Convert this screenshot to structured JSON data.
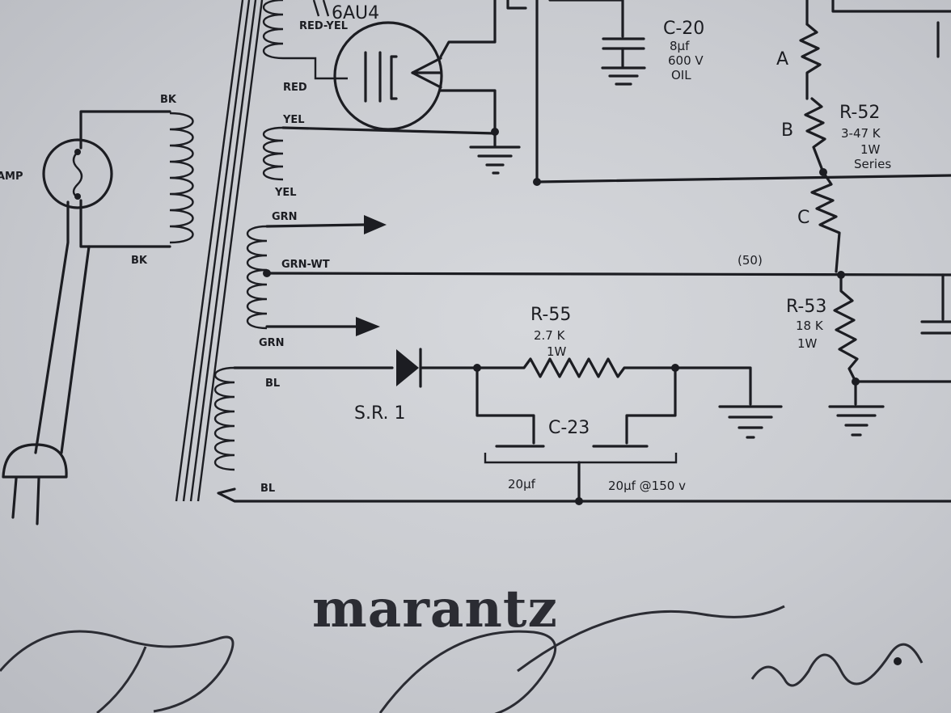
{
  "labels": {
    "bk_top": "BK",
    "bk_bottom": "BK",
    "amp": "AMP",
    "red_yel": "RED-YEL",
    "red": "RED",
    "yel_top": "YEL",
    "yel_bottom": "YEL",
    "grn_top": "GRN",
    "grn_wt": "GRN-WT",
    "grn_bottom": "GRN",
    "bl_top": "BL",
    "bl_bottom": "BL",
    "node_50": "(50)"
  },
  "tube": {
    "name": "6AU4"
  },
  "c20": {
    "name": "C-20",
    "cap": "8µf",
    "volt": "600 V",
    "type": "OIL"
  },
  "r52": {
    "name": "R-52",
    "value": "3-47 K",
    "power": "1W",
    "note": "Series",
    "tap_a": "A",
    "tap_b": "B",
    "tap_c": "C"
  },
  "r53": {
    "name": "R-53",
    "value": "18 K",
    "power": "1W"
  },
  "r55": {
    "name": "R-55",
    "value": "2.7 K",
    "power": "1W"
  },
  "sr1": {
    "name": "S.R. 1"
  },
  "c23": {
    "name": "C-23",
    "cap_left": "20µf",
    "cap_right": "20µf @150 v"
  },
  "brand": {
    "name": "marantz"
  }
}
